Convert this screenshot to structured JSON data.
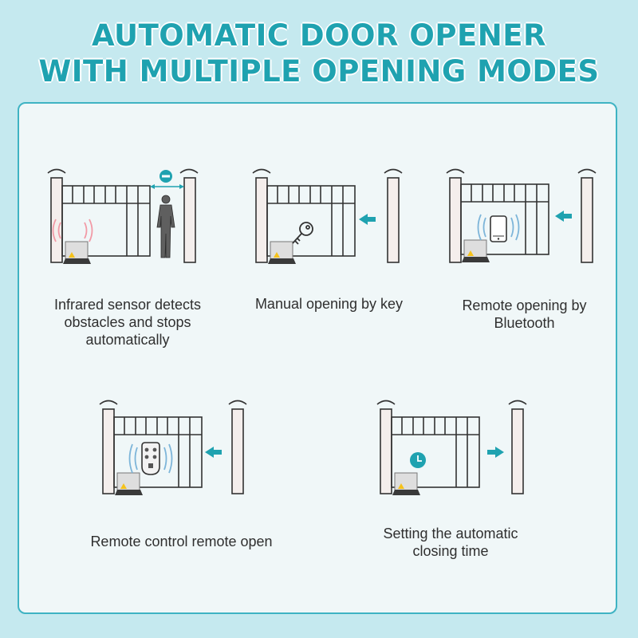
{
  "header": {
    "title_line1": "AUTOMATIC DOOR OPENER",
    "title_line2": "WITH MULTIPLE OPENING MODES"
  },
  "colors": {
    "background": "#c5e9ef",
    "accent": "#1fa2b0",
    "panel": "#f0f7f8"
  },
  "modes": [
    {
      "caption": "Infrared sensor detects obstacles and stops automatically",
      "icon": "person-icon"
    },
    {
      "caption": "Manual opening by key",
      "icon": "key-icon"
    },
    {
      "caption": "Remote opening by Bluetooth",
      "icon": "phone-icon"
    },
    {
      "caption": "Remote control remote open",
      "icon": "remote-control-icon"
    },
    {
      "caption": "Setting the automatic closing time",
      "icon": "clock-icon"
    }
  ]
}
